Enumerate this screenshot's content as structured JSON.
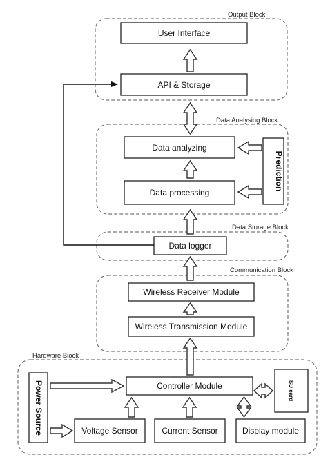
{
  "groups": {
    "output": "Output Block",
    "analysing": "Data Analysing Block",
    "storage": "Data Storage Block",
    "communication": "Communication Block",
    "hardware": "Hardware Block"
  },
  "boxes": {
    "user_interface": "User Interface",
    "api_storage": "API & Storage",
    "data_analyzing": "Data analyzing",
    "data_processing": "Data processing",
    "prediction": "Prediction",
    "data_logger": "Data logger",
    "wireless_receiver": "Wireless Receiver Module",
    "wireless_transmission": "Wireless Transmission Module",
    "controller": "Controller Module",
    "sd_card": "SD card",
    "power_source": "Power Source",
    "voltage_sensor": "Voltage Sensor",
    "current_sensor": "Current Sensor",
    "display_module": "Display module"
  }
}
